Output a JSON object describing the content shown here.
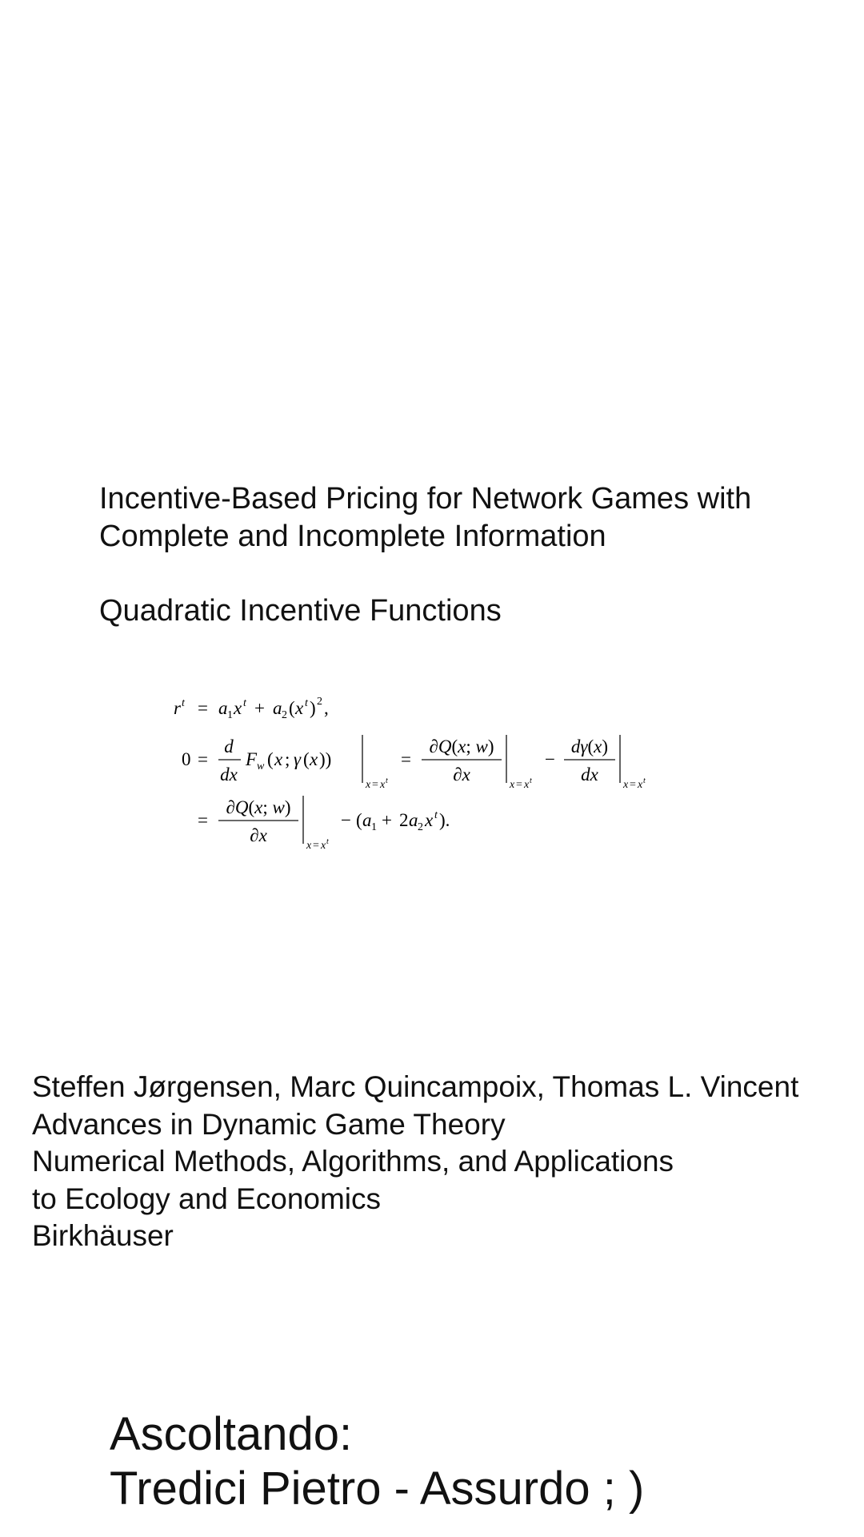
{
  "paper": {
    "title_lines": [
      "Incentive-Based Pricing for Network Games with",
      "Complete and Incomplete Information"
    ],
    "section": "Quadratic Incentive Functions"
  },
  "equations": {
    "eq1_lhs": "rᵗ = a₁xᵗ + a₂(xᵗ)²,",
    "eq2": "0 = d/dx F_w(x; γ(x)) |x=xᵗ = ∂Q(x; w)/∂x |x=xᵗ − dγ(x)/dx |x=xᵗ",
    "eq3": "= ∂Q(x; w)/∂x |x=xᵗ − (a₁ + 2a₂xᵗ)."
  },
  "book": {
    "authors": "Steffen Jørgensen, Marc Quincampoix, Thomas L. Vincent",
    "title": "Advances in Dynamic Game Theory",
    "subtitle_line1": "Numerical Methods, Algorithms, and Applications",
    "subtitle_line2": "to Ecology and Economics",
    "publisher": "Birkhäuser"
  },
  "listening": {
    "label": "Ascoltando:",
    "track": "Tredici Pietro - Assurdo ; )"
  }
}
